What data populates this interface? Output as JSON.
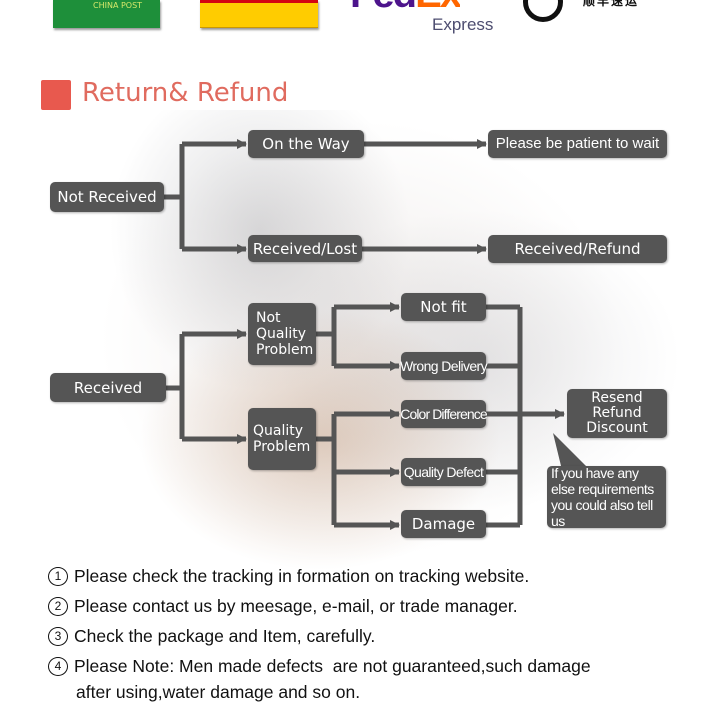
{
  "logos": {
    "china_post": "CHINA POST",
    "fedex_a": "Fed",
    "fedex_b": "Ex",
    "fedex_sub": "Express",
    "sf_cn": "顺丰速运"
  },
  "title": "Return& Refund",
  "flow": {
    "not_received": "Not Received",
    "on_the_way": "On the Way",
    "patient": "Please be patient to wait",
    "received_lost": "Received/Lost",
    "received_refund": "Received/Refund",
    "received": "Received",
    "not_quality": "Not Quality Problem",
    "quality": "Quality Problem",
    "not_fit": "Not fit",
    "wrong_delivery": "Wrong Delivery",
    "color_difference": "Color Difference",
    "quality_defect": "Quality Defect",
    "damage": "Damage",
    "resend": "Resend",
    "refund": "Refund",
    "discount": "Discount",
    "note": "If you have any else requirements you could also tell us"
  },
  "notes": [
    {
      "num": "1",
      "text": "Please check the tracking in formation on tracking website."
    },
    {
      "num": "2",
      "text": "Please contact us by meesage, e-mail, or trade manager."
    },
    {
      "num": "3",
      "text": "Check the package and Item, carefully."
    },
    {
      "num": "4",
      "text": "Please Note: Men made defects  are not guaranteed,such damage",
      "cont": "after using,water damage and so on."
    }
  ],
  "colors": {
    "box": "#555555",
    "title": "#e06b5f"
  }
}
